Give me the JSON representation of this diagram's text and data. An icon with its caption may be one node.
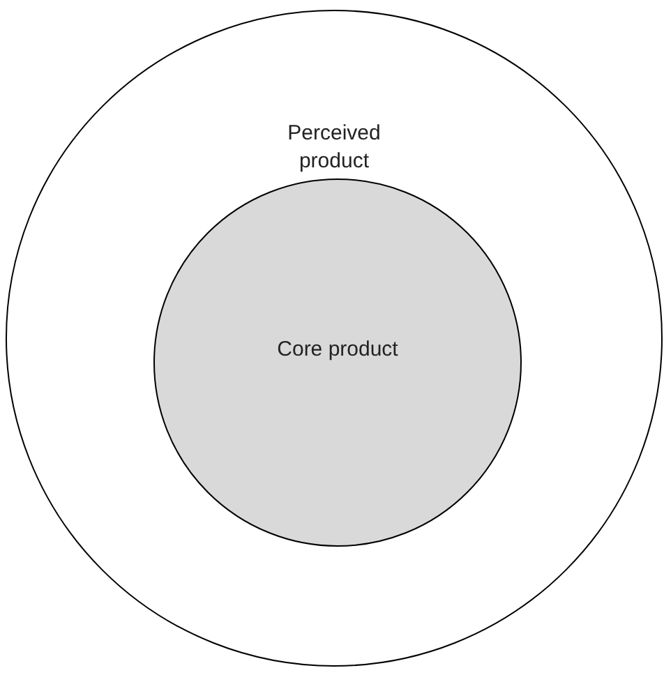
{
  "diagram": {
    "nodes": [
      {
        "text": [
          "Perceived product"
        ]
      },
      {
        "text": [
          "Core product"
        ],
        "in": 0
      }
    ]
  }
}
